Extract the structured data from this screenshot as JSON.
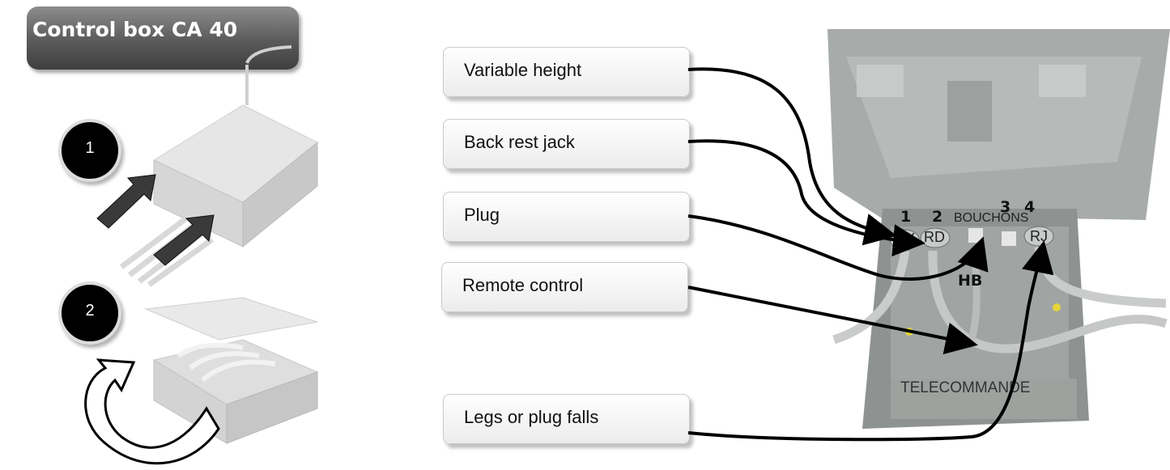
{
  "title": "Control box CA 40",
  "steps": [
    {
      "number": "1"
    },
    {
      "number": "2"
    }
  ],
  "labels": [
    {
      "text": "Variable height"
    },
    {
      "text": "Back rest jack"
    },
    {
      "text": "Plug"
    },
    {
      "text": "Remote control"
    },
    {
      "text": "Legs or plug falls"
    }
  ],
  "photo": {
    "socket_numbers": [
      "1",
      "2",
      "3",
      "4"
    ],
    "socket_codes": [
      "HV",
      "RD",
      "RJ"
    ],
    "bouchons": "BOUCHONS",
    "hb": "HB",
    "telecommande": "TELECOMMANDE"
  },
  "colors": {
    "title_bg": "#5a5a5a",
    "label_bg": "#f2f2f2",
    "arrow": "#000000",
    "plastic": "#9a9f9d"
  }
}
